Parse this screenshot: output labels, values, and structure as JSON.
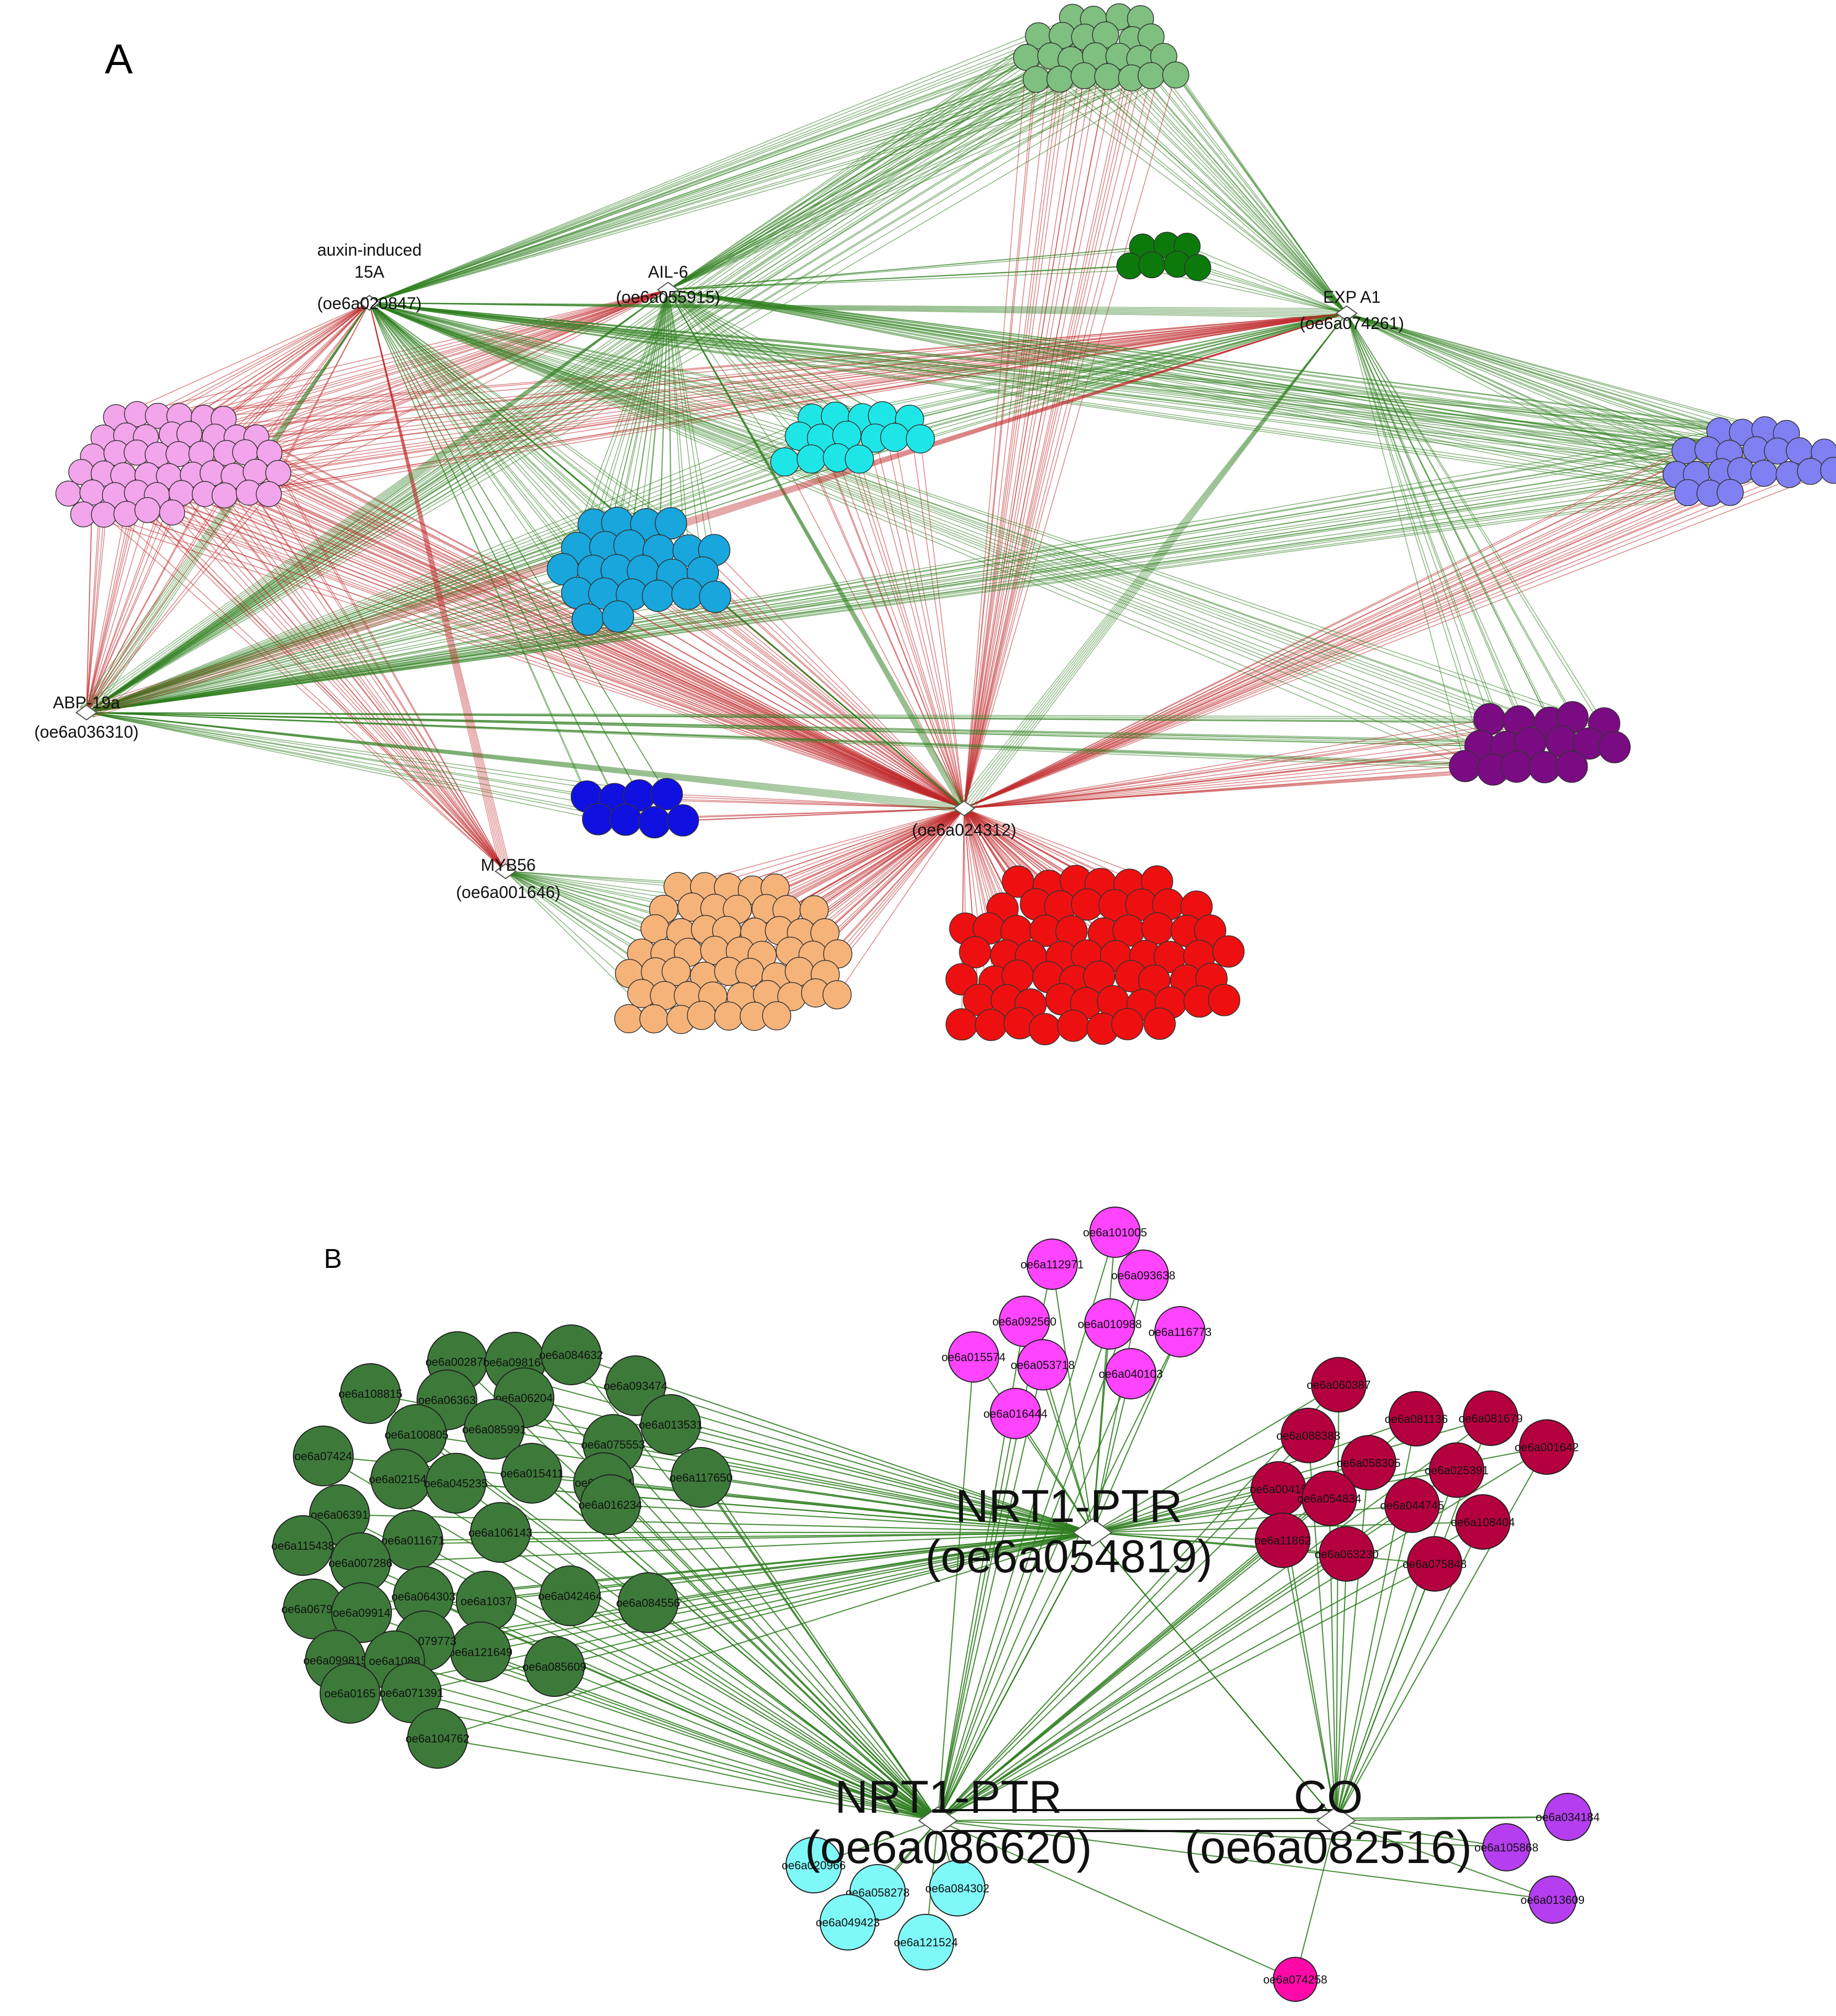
{
  "colors": {
    "edge_green": "#2e7d1e",
    "edge_red": "#c0282a",
    "hub_fill": "#ffffff",
    "hub_stroke": "#555555",
    "edge_black": "#111111"
  },
  "panels": [
    {
      "label": "A",
      "hubs": [
        {
          "id": "auxin",
          "name_lines": [
            "auxin-induced",
            "15A"
          ],
          "gene": "(oe6a020847)"
        },
        {
          "id": "ail6",
          "name_lines": [
            "AIL-6"
          ],
          "gene": "(oe6a055915)"
        },
        {
          "id": "expa1",
          "name_lines": [
            "EXP A1"
          ],
          "gene": "(oe6a074261)"
        },
        {
          "id": "abp19a",
          "name_lines": [
            "ABP-19a"
          ],
          "gene": "(oe6a036310)"
        },
        {
          "id": "myb56",
          "name_lines": [
            "MYB56"
          ],
          "gene": "(oe6a001646)"
        },
        {
          "id": "center",
          "name_lines": [],
          "gene": "(oe6a024312)"
        }
      ],
      "clusters": [
        {
          "id": "a_sage",
          "color": "#7fbf7f",
          "count": 24
        },
        {
          "id": "a_darkgreen",
          "color": "#0b7a0b",
          "count": 7
        },
        {
          "id": "a_pink",
          "color": "#f2a5ea",
          "count": 48
        },
        {
          "id": "a_cyan",
          "color": "#1fe6e6",
          "count": 15
        },
        {
          "id": "a_periwinkle",
          "color": "#8080f2",
          "count": 22
        },
        {
          "id": "a_skyblue",
          "color": "#18a6dc",
          "count": 24
        },
        {
          "id": "a_purple",
          "color": "#7a0b82",
          "count": 16
        },
        {
          "id": "a_blue",
          "color": "#1010e0",
          "count": 8
        },
        {
          "id": "a_orange",
          "color": "#f5b37a",
          "count": 54
        },
        {
          "id": "a_red",
          "color": "#ee1010",
          "count": 62
        }
      ]
    },
    {
      "label": "B",
      "hubs": [
        {
          "id": "nrt1_top",
          "name_lines": [
            "NRT1-PTR"
          ],
          "gene": "(oe6a054819)"
        },
        {
          "id": "nrt1_bot",
          "name_lines": [
            "NRT1-PTR"
          ],
          "gene": "(oe6a086620)"
        },
        {
          "id": "co",
          "name_lines": [
            "CO"
          ],
          "gene": "(oe6a082516)"
        }
      ],
      "clusters": [
        {
          "id": "b_magenta",
          "color": "#ff44ff",
          "labels": [
            "oe6a101005",
            "oe6a112971",
            "oe6a093638",
            "oe6a092560",
            "oe6a010988",
            "oe6a116773",
            "oe6a015574",
            "oe6a053718",
            "oe6a040103",
            "oe6a016444"
          ]
        },
        {
          "id": "b_crimson",
          "color": "#b5003f",
          "labels": [
            "oe6a060387",
            "oe6a081136",
            "oe6a081679",
            "oe6a088383",
            "oe6a001642",
            "oe6a058305",
            "oe6a025391",
            "oe6a00415",
            "oe6a054834",
            "oe6a044745",
            "oe6a108404",
            "oe6a11862",
            "oe6a063230",
            "oe6a075848"
          ]
        },
        {
          "id": "b_forest",
          "color": "#3d7a3a",
          "labels": [
            "oe6a002875",
            "oe6a098164",
            "oe6a084632",
            "oe6a108815",
            "oe6a06363",
            "oe6a06204",
            "oe6a093474",
            "oe6a100805",
            "oe6a085991",
            "oe6a013531",
            "oe6a07424",
            "oe6a075553",
            "oe6a021543",
            "oe6a045235",
            "oe6a015411",
            "oe6a04234",
            "oe6a117650",
            "oe6a06391",
            "oe6a016234",
            "oe6a115438",
            "oe6a011671",
            "oe6a106143",
            "oe6a007286",
            "oe6a067909",
            "oe6a064303",
            "oe6a1037",
            "oe6a042464",
            "oe6a084556",
            "oe6a09914",
            "oe6a121649",
            "oe6a079773",
            "oe6a099815",
            "oe6a1088",
            "oe6a085609",
            "oe6a0165",
            "oe6a071391",
            "oe6a104762"
          ]
        },
        {
          "id": "b_cyan",
          "color": "#7ff8f8",
          "labels": [
            "oe6a020966",
            "oe6a058278",
            "oe6a084302",
            "oe6a049423",
            "oe6a121524"
          ]
        },
        {
          "id": "b_violet",
          "color": "#b53ef0",
          "labels": [
            "oe6a034184",
            "oe6a105868",
            "oe6a013609"
          ]
        },
        {
          "id": "b_rose",
          "color": "#ff0aa8",
          "labels": [
            "oe6a074258"
          ]
        }
      ]
    }
  ]
}
